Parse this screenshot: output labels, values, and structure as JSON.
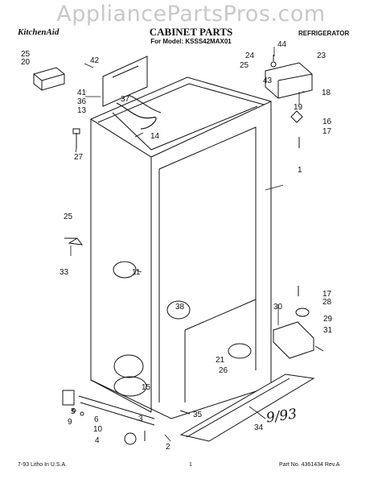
{
  "watermark": "AppliancePartsPros.com",
  "header": {
    "brand": "KitchenAid",
    "title": "CABINET PARTS",
    "model": "For Model: KSSS42MAX01",
    "category": "REFRIGERATOR"
  },
  "footer": {
    "left": "7-93 Litho In U.S.A.",
    "page": "1",
    "right": "Part No. 4361434  Rev.A"
  },
  "handwritten_note": "9/93",
  "callouts": {
    "c25a": "25",
    "c20": "20",
    "c42": "42",
    "c41": "41",
    "c36": "36",
    "c13": "13",
    "c37": "37",
    "c14": "14",
    "c27": "27",
    "c24": "24",
    "c44": "44",
    "c23": "23",
    "c25b": "25",
    "c43": "43",
    "c18": "18",
    "c19": "19",
    "c16": "16",
    "c17a": "17",
    "c1": "1",
    "c25c": "25",
    "c33": "33",
    "c11": "11",
    "c38": "38",
    "c17b": "17",
    "c28": "28",
    "c30": "30",
    "c29": "29",
    "c31": "31",
    "c21": "21",
    "c26": "26",
    "c15": "15",
    "c35": "35",
    "c5": "5",
    "c9": "9",
    "c10": "10",
    "c6": "6",
    "c3": "3",
    "c4": "4",
    "c2": "2",
    "c34": "34"
  }
}
